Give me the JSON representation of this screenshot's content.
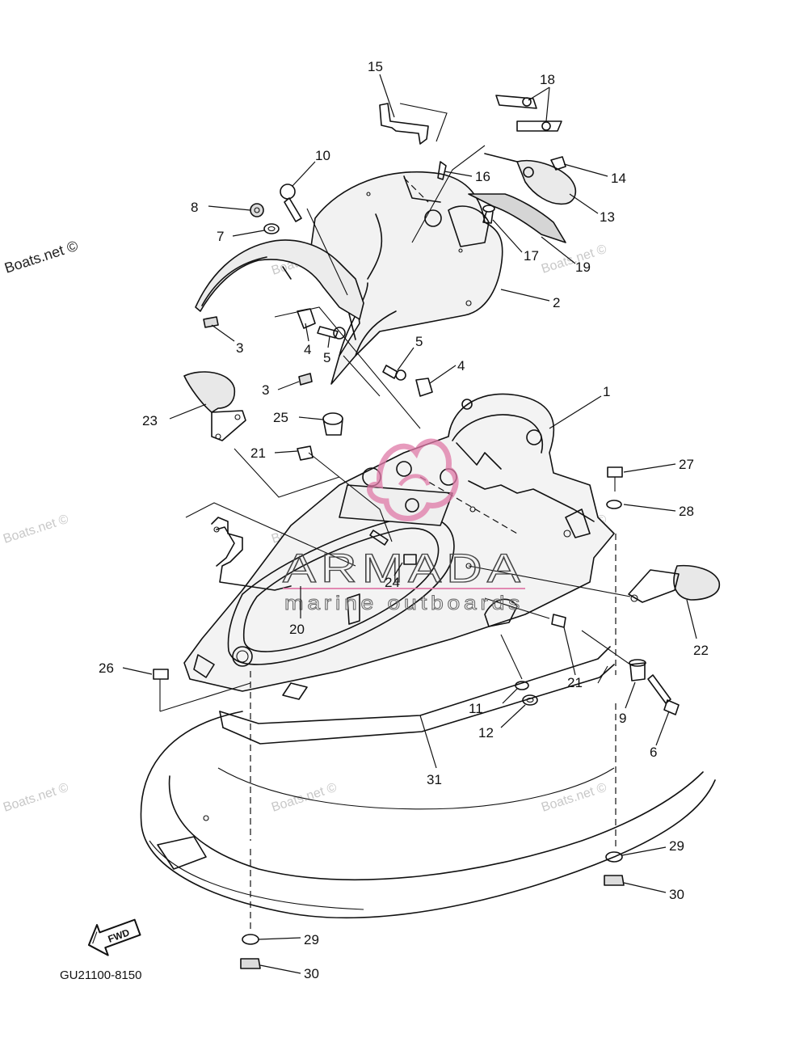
{
  "diagram": {
    "drawing_code": "GU21100-8150",
    "direction_arrow_label": "FWD",
    "watermark_text": "Boats.net ©",
    "logo": {
      "brand": "ARMADA",
      "tagline": "marine outboards",
      "accent_color": "#e07aa8"
    },
    "callouts": [
      {
        "id": "c15",
        "label": "15"
      },
      {
        "id": "c18",
        "label": "18"
      },
      {
        "id": "c10",
        "label": "10"
      },
      {
        "id": "c16",
        "label": "16"
      },
      {
        "id": "c14",
        "label": "14"
      },
      {
        "id": "c8",
        "label": "8"
      },
      {
        "id": "c13",
        "label": "13"
      },
      {
        "id": "c7",
        "label": "7"
      },
      {
        "id": "c17",
        "label": "17"
      },
      {
        "id": "c19",
        "label": "19"
      },
      {
        "id": "c2",
        "label": "2"
      },
      {
        "id": "c3a",
        "label": "3"
      },
      {
        "id": "c4a",
        "label": "4"
      },
      {
        "id": "c5a",
        "label": "5"
      },
      {
        "id": "c5b",
        "label": "5"
      },
      {
        "id": "c4b",
        "label": "4"
      },
      {
        "id": "c3b",
        "label": "3"
      },
      {
        "id": "c1",
        "label": "1"
      },
      {
        "id": "c23",
        "label": "23"
      },
      {
        "id": "c25",
        "label": "25"
      },
      {
        "id": "c21a",
        "label": "21"
      },
      {
        "id": "c27",
        "label": "27"
      },
      {
        "id": "c28",
        "label": "28"
      },
      {
        "id": "c24",
        "label": "24"
      },
      {
        "id": "c20",
        "label": "20"
      },
      {
        "id": "c22",
        "label": "22"
      },
      {
        "id": "c26",
        "label": "26"
      },
      {
        "id": "c21b",
        "label": "21"
      },
      {
        "id": "c11",
        "label": "11"
      },
      {
        "id": "c9",
        "label": "9"
      },
      {
        "id": "c12",
        "label": "12"
      },
      {
        "id": "c6",
        "label": "6"
      },
      {
        "id": "c31",
        "label": "31"
      },
      {
        "id": "c29a",
        "label": "29"
      },
      {
        "id": "c30a",
        "label": "30"
      },
      {
        "id": "c29b",
        "label": "29"
      },
      {
        "id": "c30b",
        "label": "30"
      }
    ]
  }
}
